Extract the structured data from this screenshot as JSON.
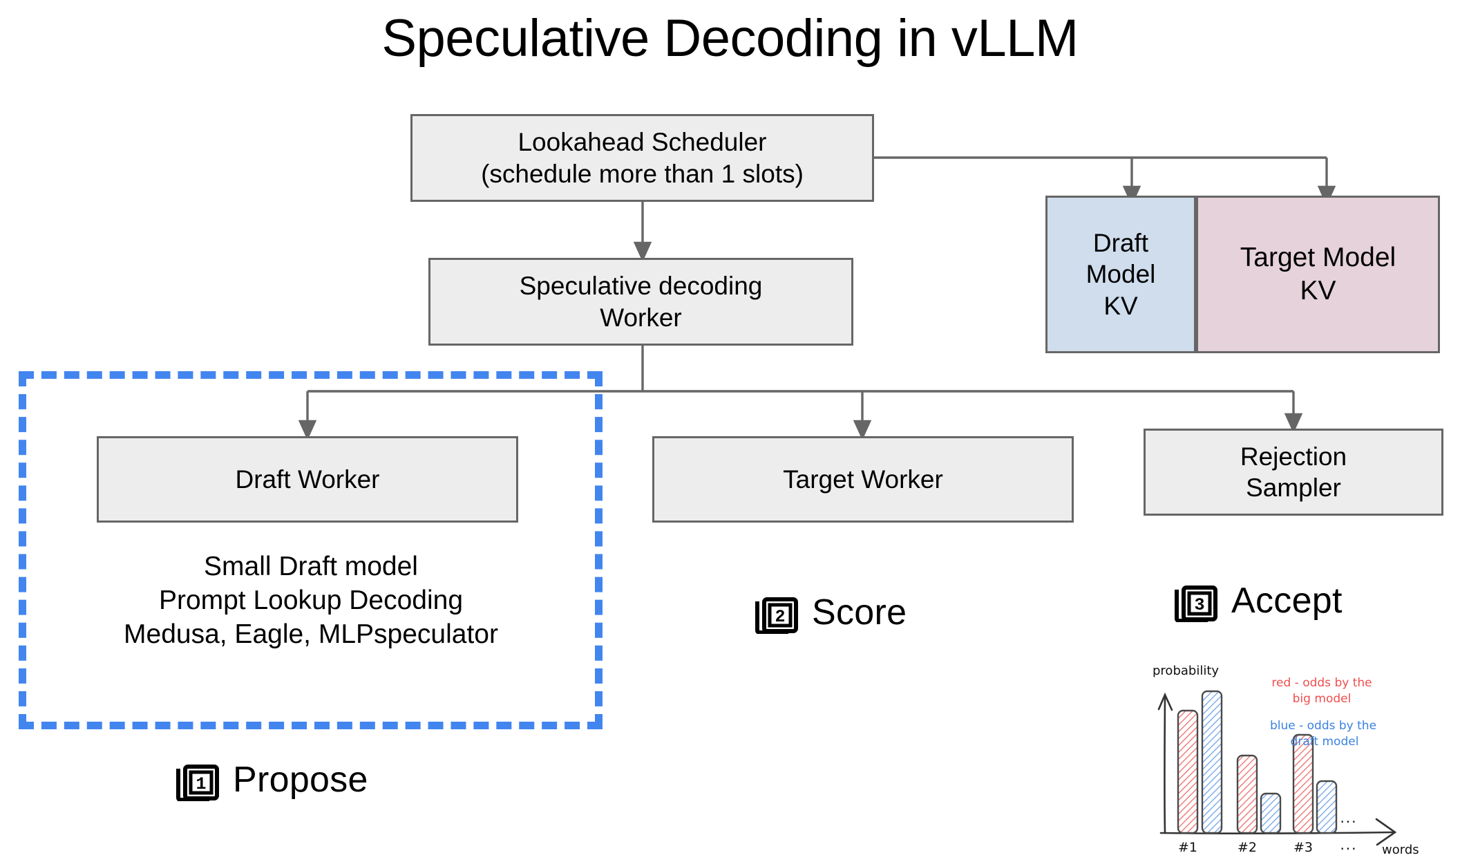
{
  "title": "Speculative Decoding in vLLM",
  "colors": {
    "box_fill": "#ededed",
    "box_border": "#666666",
    "draft_kv_fill": "#cfdded",
    "target_kv_fill": "#e6d2da",
    "highlight_dashed": "#4285ef",
    "sketch_red": "#ef4e4e",
    "sketch_blue": "#3b82e0",
    "connector": "#666666"
  },
  "boxes": {
    "scheduler": "Lookahead Scheduler\n(schedule more than 1 slots)",
    "spec_worker": "Speculative decoding\nWorker",
    "draft_kv": "Draft\nModel\nKV",
    "target_kv": "Target Model\nKV",
    "draft_worker": "Draft Worker",
    "target_worker": "Target Worker",
    "rejection_sampler": "Rejection\nSampler"
  },
  "draft_details": "Small Draft model\nPrompt Lookup Decoding\nMedusa, Eagle, MLPspeculator",
  "steps": [
    {
      "number": "1",
      "label": "Propose"
    },
    {
      "number": "2",
      "label": "Score"
    },
    {
      "number": "3",
      "label": "Accept"
    }
  ],
  "chart_data": {
    "type": "bar",
    "title": "",
    "xlabel": "words",
    "ylabel": "probability",
    "categories": [
      "#1",
      "#2",
      "#3"
    ],
    "series": [
      {
        "name": "red - odds by the big model",
        "color": "#ef4e4e",
        "values": [
          0.78,
          0.48,
          0.62
        ]
      },
      {
        "name": "blue - odds by the draft model",
        "color": "#3b82e0",
        "values": [
          0.9,
          0.24,
          0.33
        ]
      }
    ],
    "annotations": [
      "red - odds by the\nbig model",
      "blue - odds by the\ndraft model"
    ],
    "ellipsis_upper": "...",
    "ellipsis_lower": "...",
    "ylim": [
      0,
      1
    ],
    "grid": false,
    "legend": "inline-annotation",
    "style": "hand-drawn-sketch"
  }
}
